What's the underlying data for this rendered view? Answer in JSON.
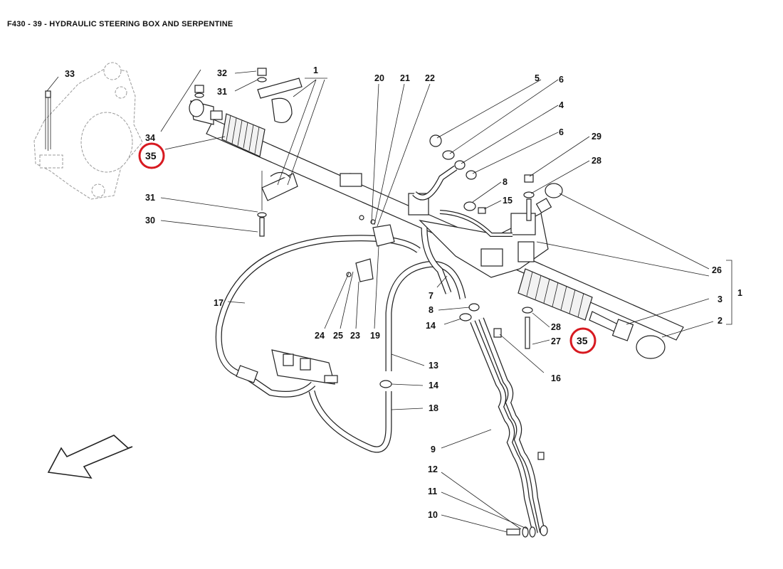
{
  "title": "F430 - 39 - HYDRAULIC STEERING BOX AND SERPENTINE",
  "highlight_color": "#d71920",
  "line_color": "#222222",
  "callouts": {
    "c33": "33",
    "c32": "32",
    "c31a": "31",
    "c34": "34",
    "c35a": "35",
    "c31b": "31",
    "c30": "30",
    "c1a": "1",
    "c20": "20",
    "c21": "21",
    "c22": "22",
    "c5": "5",
    "c6a": "6",
    "c4": "4",
    "c6b": "6",
    "c29": "29",
    "c28a": "28",
    "c8a": "8",
    "c15": "15",
    "c26": "26",
    "c3": "3",
    "c1b": "1",
    "c2": "2",
    "c17": "17",
    "c24": "24",
    "c25": "25",
    "c23": "23",
    "c19": "19",
    "c7": "7",
    "c8b": "8",
    "c14a": "14",
    "c28b": "28",
    "c27": "27",
    "c35b": "35",
    "c16": "16",
    "c13": "13",
    "c14b": "14",
    "c18": "18",
    "c9": "9",
    "c12": "12",
    "c11": "11",
    "c10": "10"
  }
}
